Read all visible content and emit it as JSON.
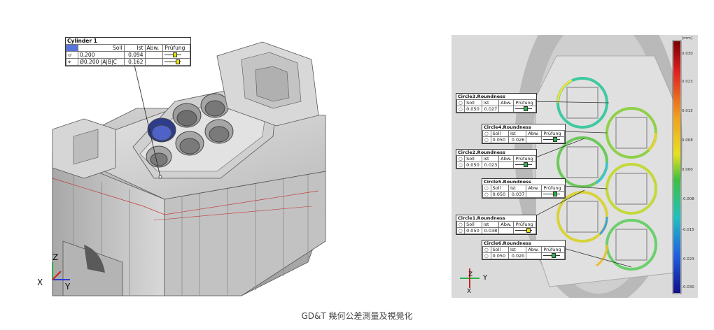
{
  "caption": "GD&T 幾何公差測量及視覺化",
  "left_callout": {
    "title": "Cylinder 1",
    "headers": [
      "",
      "Soll",
      "Ist",
      "Abw.",
      "Prüfung"
    ],
    "rows": [
      {
        "symbol": "⌭",
        "soll": "0.200",
        "ist": "0.094",
        "abw": ""
      },
      {
        "symbol": "⌖",
        "soll": "Ø0.200  |A|B|C",
        "ist": "0.162",
        "abw": ""
      }
    ]
  },
  "left_axes": {
    "z": "Z",
    "x": "X",
    "y": "Y"
  },
  "right_axes": {
    "z": "Z",
    "y": "Y",
    "x": "X"
  },
  "right_callouts": [
    {
      "title": "Circle3.Roundness",
      "soll": "0.050",
      "ist": "0.027"
    },
    {
      "title": "Circle4.Roundness",
      "soll": "0.050",
      "ist": "0.026"
    },
    {
      "title": "Circle2.Roundness",
      "soll": "0.050",
      "ist": "0.023"
    },
    {
      "title": "Circle5.Roundness",
      "soll": "0.050",
      "ist": "0.037"
    },
    {
      "title": "Circle1.Roundness",
      "soll": "0.050",
      "ist": "0.038"
    },
    {
      "title": "Circle6.Roundness",
      "soll": "0.050",
      "ist": "0.020"
    }
  ],
  "callout_headers": {
    "soll": "Soll",
    "ist": "Ist",
    "abw": "Abw.",
    "pruefung": "Prüfung"
  },
  "color_scale": {
    "unit": "[mm]",
    "ticks": [
      "0.030",
      "0.023",
      "0.015",
      "0.008",
      "0.000",
      "-0.008",
      "-0.015",
      "-0.023",
      "-0.030"
    ]
  },
  "colors": {
    "accent_green": "#2bb34a",
    "gauge_yellow": "#e8e200"
  }
}
